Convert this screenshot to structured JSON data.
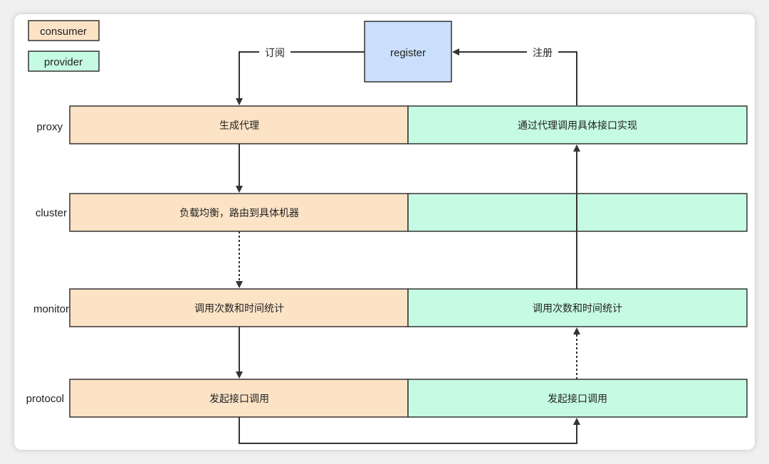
{
  "legend": {
    "consumer": "consumer",
    "provider": "provider"
  },
  "register": "register",
  "edges": {
    "subscribe": "订阅",
    "register": "注册"
  },
  "layers": {
    "proxy": "proxy",
    "cluster": "cluster",
    "monitor": "monitor",
    "protocol": "protocol"
  },
  "consumer": {
    "proxy": "生成代理",
    "cluster": "负载均衡，路由到具体机器",
    "monitor": "调用次数和时间统计",
    "protocol": "发起接口调用"
  },
  "provider": {
    "proxy": "通过代理调用具体接口实现",
    "cluster": "",
    "monitor": "调用次数和时间统计",
    "protocol": "发起接口调用"
  },
  "colors": {
    "consumer": "#fde3c6",
    "provider": "#c6fbe3",
    "register": "#c9dffb",
    "stroke": "#333333"
  }
}
